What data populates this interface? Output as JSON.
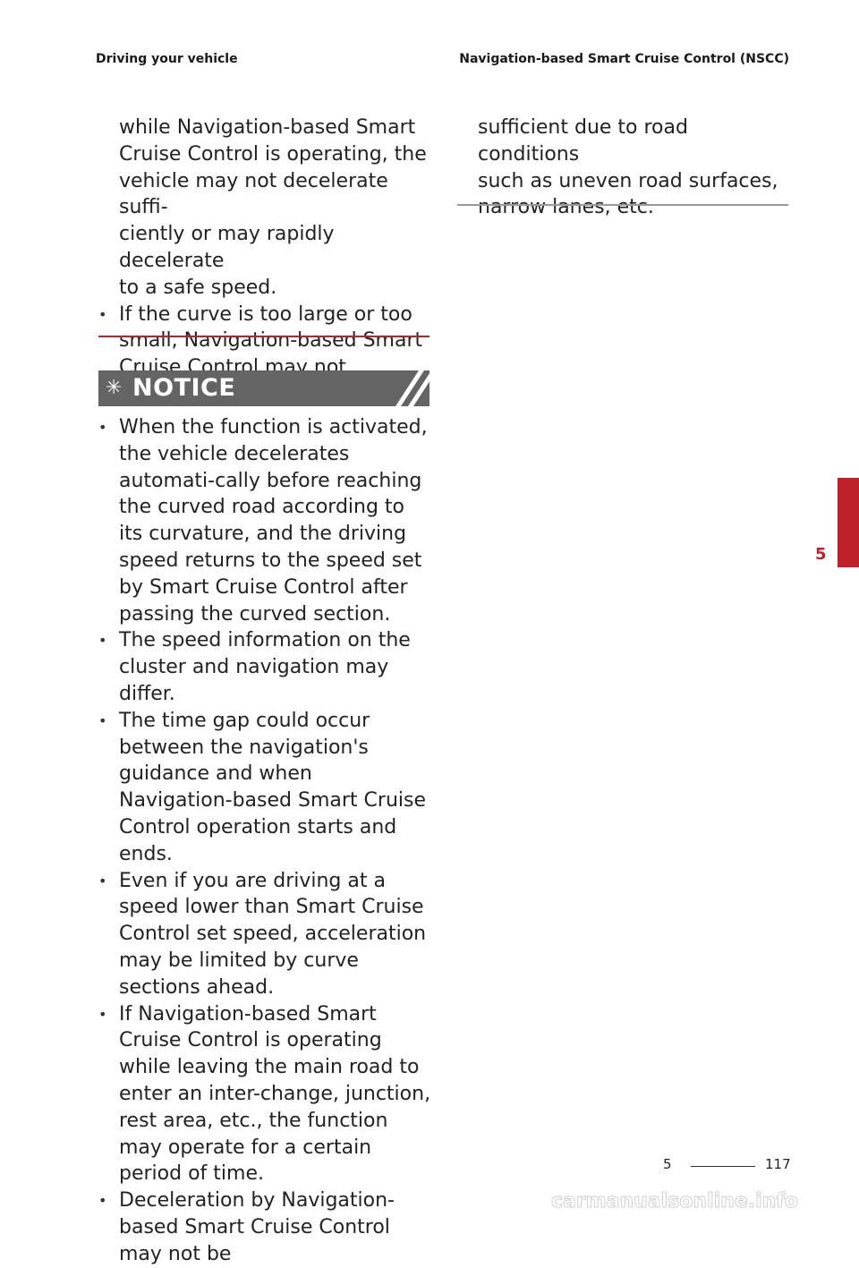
{
  "header": {
    "left": "Driving your vehicle",
    "right": "Navigation-based Smart Cruise Control (NSCC)"
  },
  "left_column": {
    "continuation": "while Navigation-based Smart\nCruise Control is operating, the\nvehicle may not decelerate suffi-\nciently or may rapidly decelerate\nto a safe speed.",
    "bullets": [
      "If the curve is too large or too small, Navigation-based Smart Cruise Control may not operate."
    ]
  },
  "notice": {
    "icon": "asterisk-icon",
    "title": "NOTICE",
    "bullets": [
      "When the function is activated, the vehicle decelerates automati-cally before reaching the curved road according to its curvature, and the driving speed returns to the speed set by Smart Cruise Control after passing the curved section.",
      "The speed information on the cluster and navigation may differ.",
      "The time gap could occur between the navigation's guidance and when Navigation-based Smart Cruise Control operation starts and ends.",
      "Even if you are driving at a speed lower than Smart Cruise Control set speed, acceleration may be limited by curve sections ahead.",
      "If Navigation-based Smart Cruise Control is operating while leaving the main road to enter an inter-change, junction, rest area, etc., the function may operate for a certain period of time.",
      "Deceleration by Navigation-based Smart Cruise Control may not be"
    ]
  },
  "right_column": {
    "continuation": "sufficient due to road conditions\nsuch as uneven road surfaces,\nnarrow lanes, etc."
  },
  "chapter_tab": "5",
  "footer": {
    "chapter": "5",
    "page": "117"
  },
  "watermark": "carmanualsonline.info",
  "colors": {
    "accent_red": "#c0202a",
    "notice_gray": "#646464"
  }
}
